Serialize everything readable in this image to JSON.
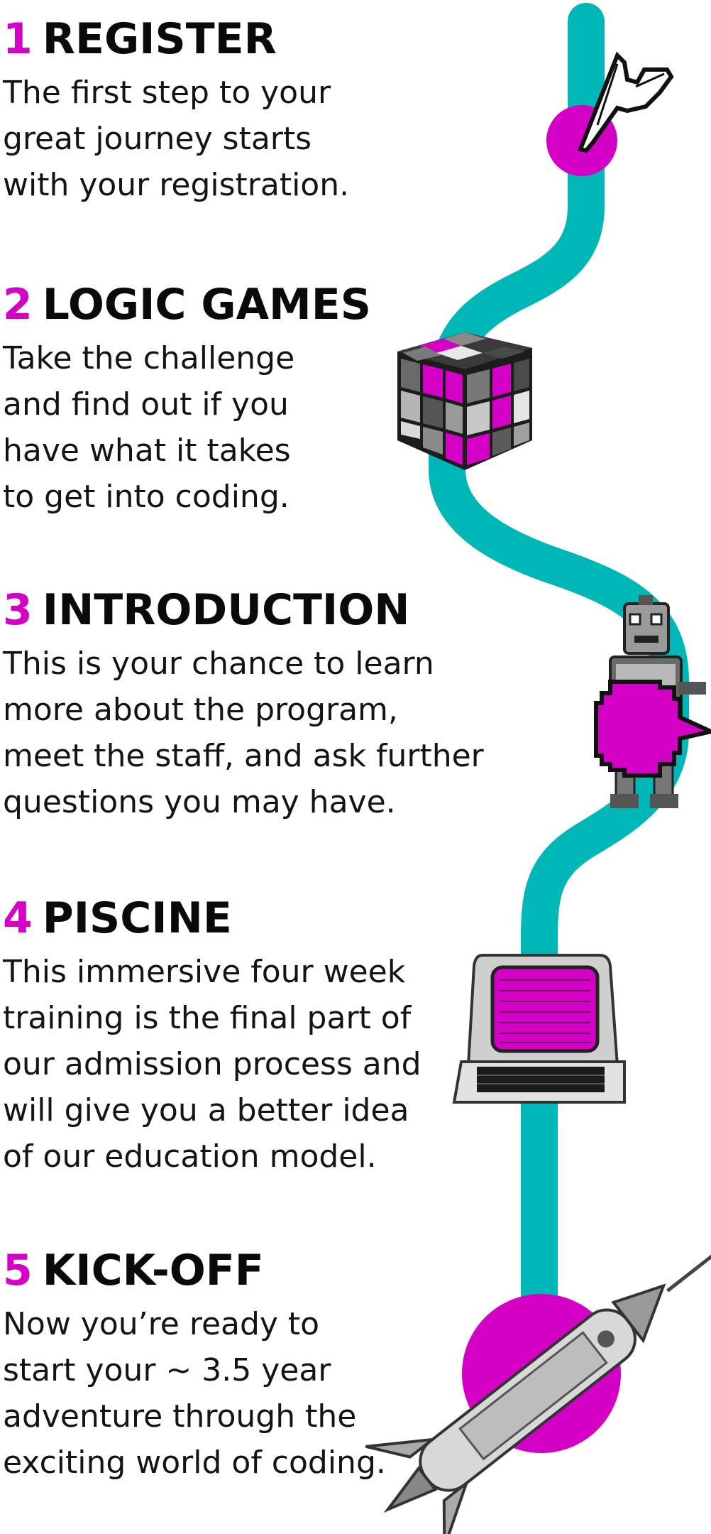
{
  "colors": {
    "accent": "#d400c6",
    "path": "#00b7b7",
    "text": "#111111"
  },
  "steps": [
    {
      "number": "1",
      "title": "REGISTER",
      "lines": [
        "The first step to your",
        "great journey starts",
        "with your registration."
      ],
      "illustration": "cursor-arrow-icon"
    },
    {
      "number": "2",
      "title": "LOGIC GAMES",
      "lines": [
        "Take the challenge",
        "and find out if you",
        "have what it takes",
        "to get into coding."
      ],
      "illustration": "rubiks-cube-icon"
    },
    {
      "number": "3",
      "title": "INTRODUCTION",
      "lines": [
        "This is your chance to learn",
        "more about the program,",
        "meet the staff, and ask further",
        "questions you may have."
      ],
      "illustration": "robot-with-speech-bubble-icon"
    },
    {
      "number": "4",
      "title": "PISCINE",
      "lines": [
        "This immersive four week",
        "training is the final part of",
        "our admission process and",
        "will give you a better idea",
        "of our education model."
      ],
      "illustration": "retro-computer-icon"
    },
    {
      "number": "5",
      "title": "KICK-OFF",
      "lines": [
        "Now you’re ready to",
        "start your ~ 3.5 year",
        "adventure through the",
        "exciting world of coding."
      ],
      "illustration": "rocket-icon"
    }
  ]
}
